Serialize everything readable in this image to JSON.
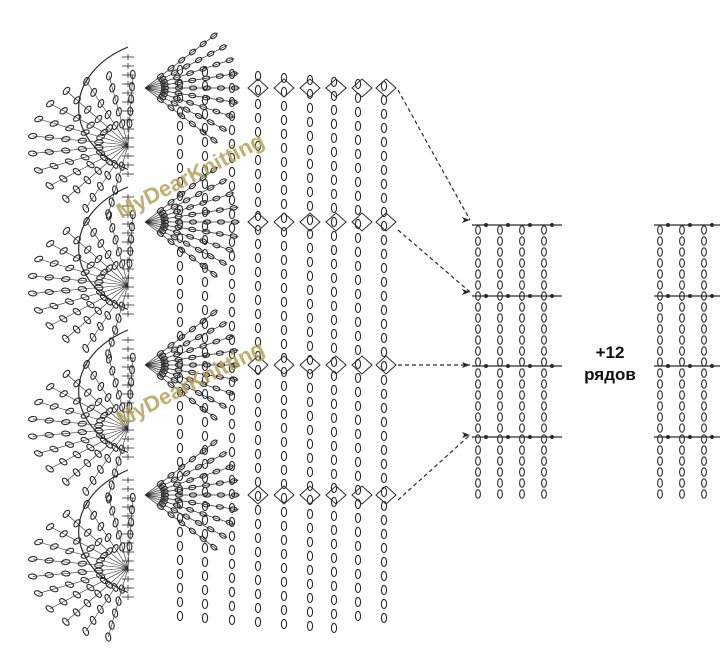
{
  "diagram": {
    "watermark": "MyDearKnitting",
    "repeat_label_line1": "+12",
    "repeat_label_line2": "рядов",
    "ink_color": "#2a2a2a",
    "watermark_color": "#b7a15a",
    "scallop_count": 4,
    "column_count": 7,
    "fan_count": 4,
    "right_panel_columns": 4,
    "repeat_panel_columns": 3
  }
}
